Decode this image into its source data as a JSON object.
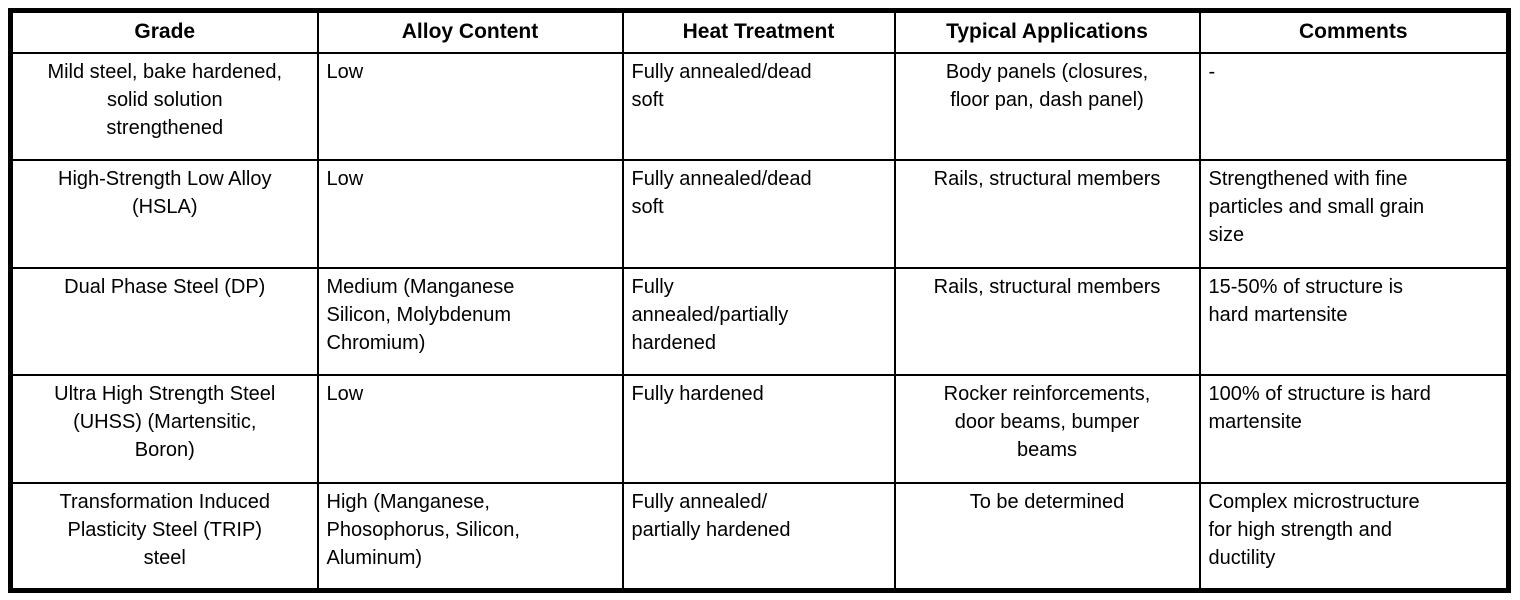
{
  "table": {
    "border_color": "#000000",
    "background_color": "#ffffff",
    "text_color": "#000000",
    "headers": {
      "grade": "Grade",
      "alloy_content": "Alloy Content",
      "heat_treatment": "Heat Treatment",
      "typical_applications": "Typical Applications",
      "comments": "Comments"
    },
    "rows": [
      {
        "grade": "Mild steel, bake hardened,\nsolid solution\nstrengthened",
        "alloy_content": "Low",
        "heat_treatment": "Fully annealed/dead\nsoft",
        "typical_applications": "Body panels (closures,\nfloor pan, dash panel)",
        "comments": "-"
      },
      {
        "grade": "High-Strength Low Alloy\n(HSLA)",
        "alloy_content": "Low",
        "heat_treatment": "Fully annealed/dead\nsoft",
        "typical_applications": "Rails, structural members",
        "comments": "Strengthened with fine\nparticles and small grain\nsize"
      },
      {
        "grade": "Dual Phase Steel (DP)",
        "alloy_content": "Medium (Manganese\nSilicon, Molybdenum\nChromium)",
        "heat_treatment": "Fully\nannealed/partially\nhardened",
        "typical_applications": "Rails, structural members",
        "comments": "15-50% of structure is\nhard martensite"
      },
      {
        "grade": "Ultra High Strength Steel\n(UHSS) (Martensitic,\nBoron)",
        "alloy_content": "Low",
        "heat_treatment": "Fully hardened",
        "typical_applications": "Rocker reinforcements,\ndoor beams, bumper\nbeams",
        "comments": "100% of structure is hard\nmartensite"
      },
      {
        "grade": "Transformation Induced\nPlasticity Steel (TRIP)\nsteel",
        "alloy_content": "High (Manganese,\nPhosophorus, Silicon,\nAluminum)",
        "heat_treatment": "Fully annealed/\npartially hardened",
        "typical_applications": "To be determined",
        "comments": "Complex microstructure\nfor high strength and\nductility"
      }
    ]
  }
}
